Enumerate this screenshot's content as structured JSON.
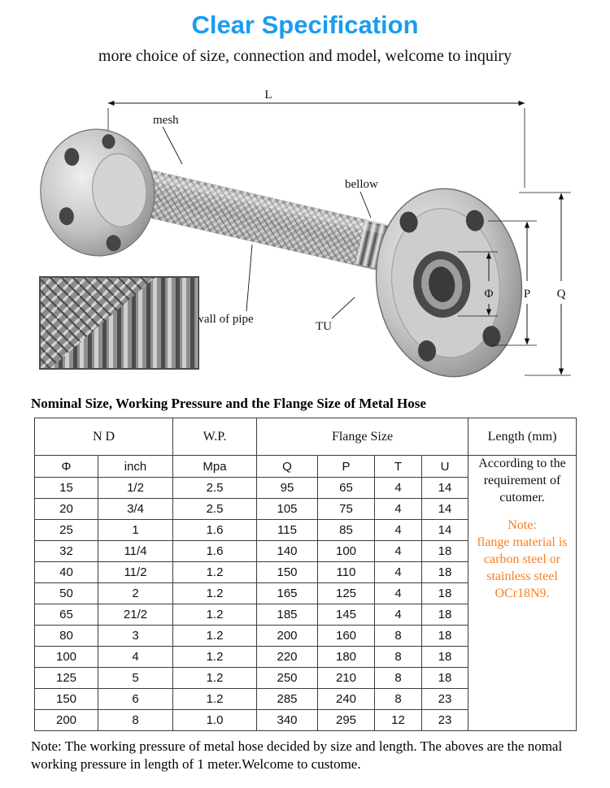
{
  "colors": {
    "accent_blue": "#1b9cf0",
    "note_orange": "#fb7d21"
  },
  "header": {
    "title": "Clear Specification",
    "subtitle": "more choice of size, connection and model, welcome to inquiry"
  },
  "diagram": {
    "labels": {
      "length": "L",
      "mesh": "mesh",
      "bellow": "bellow",
      "wall_of_pipe": "wall of pipe",
      "tu": "TU",
      "bore_diameter": "Φ",
      "bolt_circle": "P",
      "outer_diameter": "Q"
    }
  },
  "table": {
    "title": "Nominal Size, Working Pressure and the Flange Size of Metal Hose",
    "groups": {
      "nd": "N D",
      "wp": "W.P.",
      "flange": "Flange Size",
      "length": "Length (mm)"
    },
    "subheaders": [
      "Φ",
      "inch",
      "Mpa",
      "Q",
      "P",
      "T",
      "U"
    ],
    "rows": [
      [
        "15",
        "1/2",
        "2.5",
        "95",
        "65",
        "4",
        "14"
      ],
      [
        "20",
        "3/4",
        "2.5",
        "105",
        "75",
        "4",
        "14"
      ],
      [
        "25",
        "1",
        "1.6",
        "115",
        "85",
        "4",
        "14"
      ],
      [
        "32",
        "11/4",
        "1.6",
        "140",
        "100",
        "4",
        "18"
      ],
      [
        "40",
        "11/2",
        "1.2",
        "150",
        "110",
        "4",
        "18"
      ],
      [
        "50",
        "2",
        "1.2",
        "165",
        "125",
        "4",
        "18"
      ],
      [
        "65",
        "21/2",
        "1.2",
        "185",
        "145",
        "4",
        "18"
      ],
      [
        "80",
        "3",
        "1.2",
        "200",
        "160",
        "8",
        "18"
      ],
      [
        "100",
        "4",
        "1.2",
        "220",
        "180",
        "8",
        "18"
      ],
      [
        "125",
        "5",
        "1.2",
        "250",
        "210",
        "8",
        "18"
      ],
      [
        "150",
        "6",
        "1.2",
        "285",
        "240",
        "8",
        "23"
      ],
      [
        "200",
        "8",
        "1.0",
        "340",
        "295",
        "12",
        "23"
      ]
    ],
    "length_note": "According to the requirement of cutomer.",
    "flange_note_title": "Note:",
    "flange_note_text": "flange material is carbon steel or stainless steel OCr18N9."
  },
  "footer": {
    "note": "Note: The working pressure of metal hose decided by size and length. The aboves are the nomal working pressure in length of 1 meter.Welcome to custome."
  }
}
